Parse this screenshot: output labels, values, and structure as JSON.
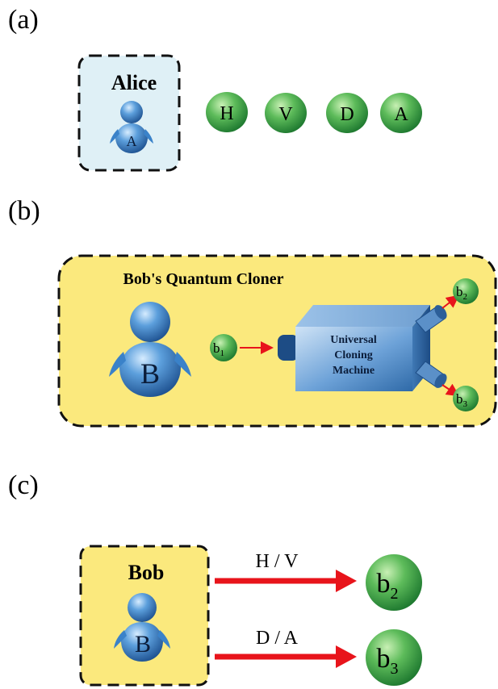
{
  "panel_a": {
    "label": "(a)",
    "alice_title": "Alice",
    "alice_avatar_letter": "A",
    "photons": [
      "H",
      "V",
      "D",
      "A"
    ]
  },
  "panel_b": {
    "label": "(b)",
    "title": "Bob's Quantum Cloner",
    "bob_avatar_letter": "B",
    "input_qubit": {
      "base": "b",
      "sub": "1"
    },
    "machine_lines": [
      "Universal",
      "Cloning",
      "Machine"
    ],
    "output_top": {
      "base": "b",
      "sub": "2"
    },
    "output_bottom": {
      "base": "b",
      "sub": "3"
    }
  },
  "panel_c": {
    "label": "(c)",
    "bob_title": "Bob",
    "bob_avatar_letter": "B",
    "measurements": [
      {
        "basis": "H / V",
        "target": {
          "base": "b",
          "sub": "2"
        }
      },
      {
        "basis": "D / A",
        "target": {
          "base": "b",
          "sub": "3"
        }
      }
    ]
  },
  "colors": {
    "alice_box": "#dff0f6",
    "bob_box": "#fbe97d",
    "photon_green": "#3aa04a",
    "arrow_red": "#e8141b",
    "avatar_blue": "#2f73b8",
    "machine_blue": "#4a86c6"
  }
}
